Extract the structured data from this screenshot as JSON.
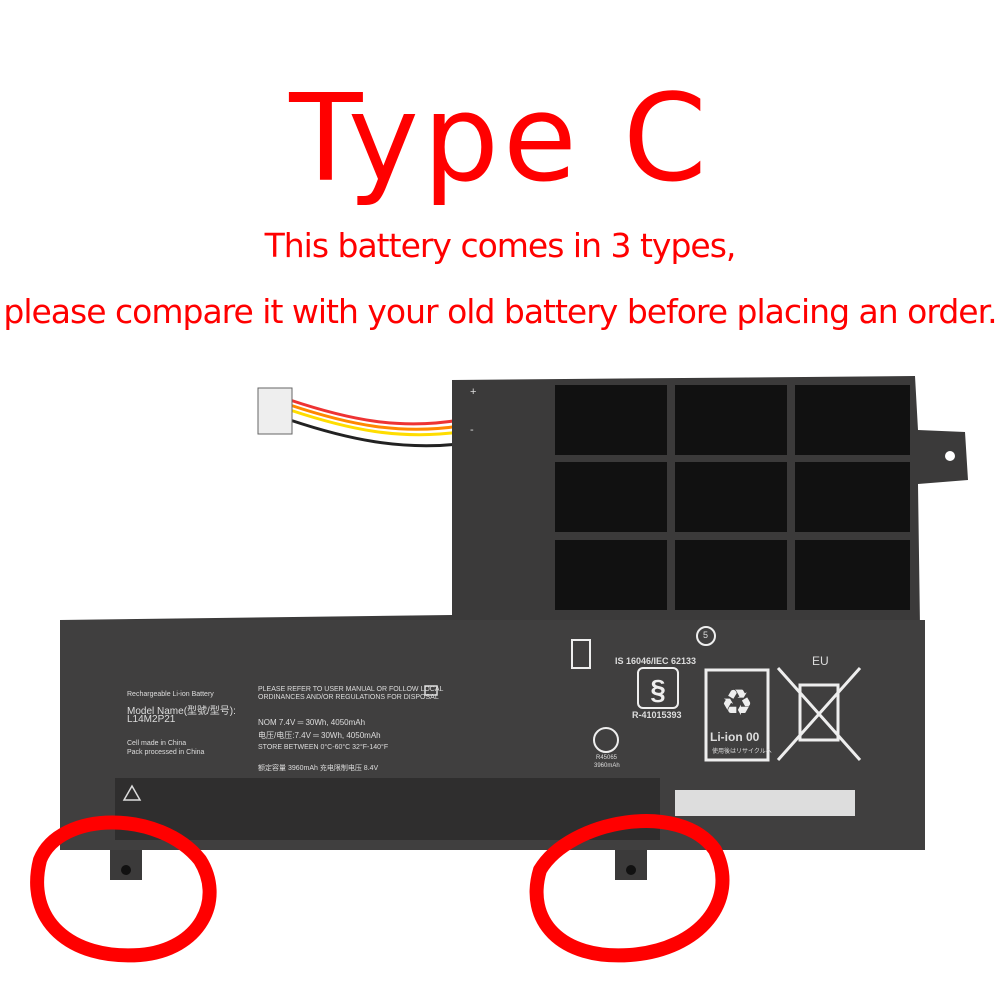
{
  "heading": "Type C",
  "notice_line1": "This battery comes in 3 types,",
  "notice_line2": "please compare it with your old battery before placing an order.",
  "accent_color": "#ff0000",
  "battery_label": {
    "rechargeable": "Rechargeable Li-ion Battery",
    "model_name_label": "Model Name(型號/型号):",
    "model_name": "L14M2P21",
    "cell_made": "Cell made in China",
    "pack_processed": "Pack processed in China",
    "refer_line1": "PLEASE REFER TO USER MANUAL OR FOLLOW LOCAL",
    "refer_line2": "ORDINANCES AND/OR REGULATIONS FOR DISPOSAL",
    "nom": "NOM 7.4V ═ 30Wh, 4050mAh",
    "voltage_cn": "电压/电压:7.4V ═ 30Wh, 4050mAh",
    "store": "STORE BETWEEN 0°C-60°C  32°F-140°F",
    "rated": "额定容量 3960mAh  充电限制电压 8.4V",
    "standard": "IS 16046/IEC 62133",
    "r_number": "R-41015393",
    "r_code": "R45065",
    "r_capacity": "3960mAh",
    "recycle_text": "Li-ion 00",
    "recycle_jp": "使用後はリサイクルへ",
    "eu": "EU",
    "cycle_number": "5",
    "plus_sign": "+",
    "minus_sign": "-"
  }
}
